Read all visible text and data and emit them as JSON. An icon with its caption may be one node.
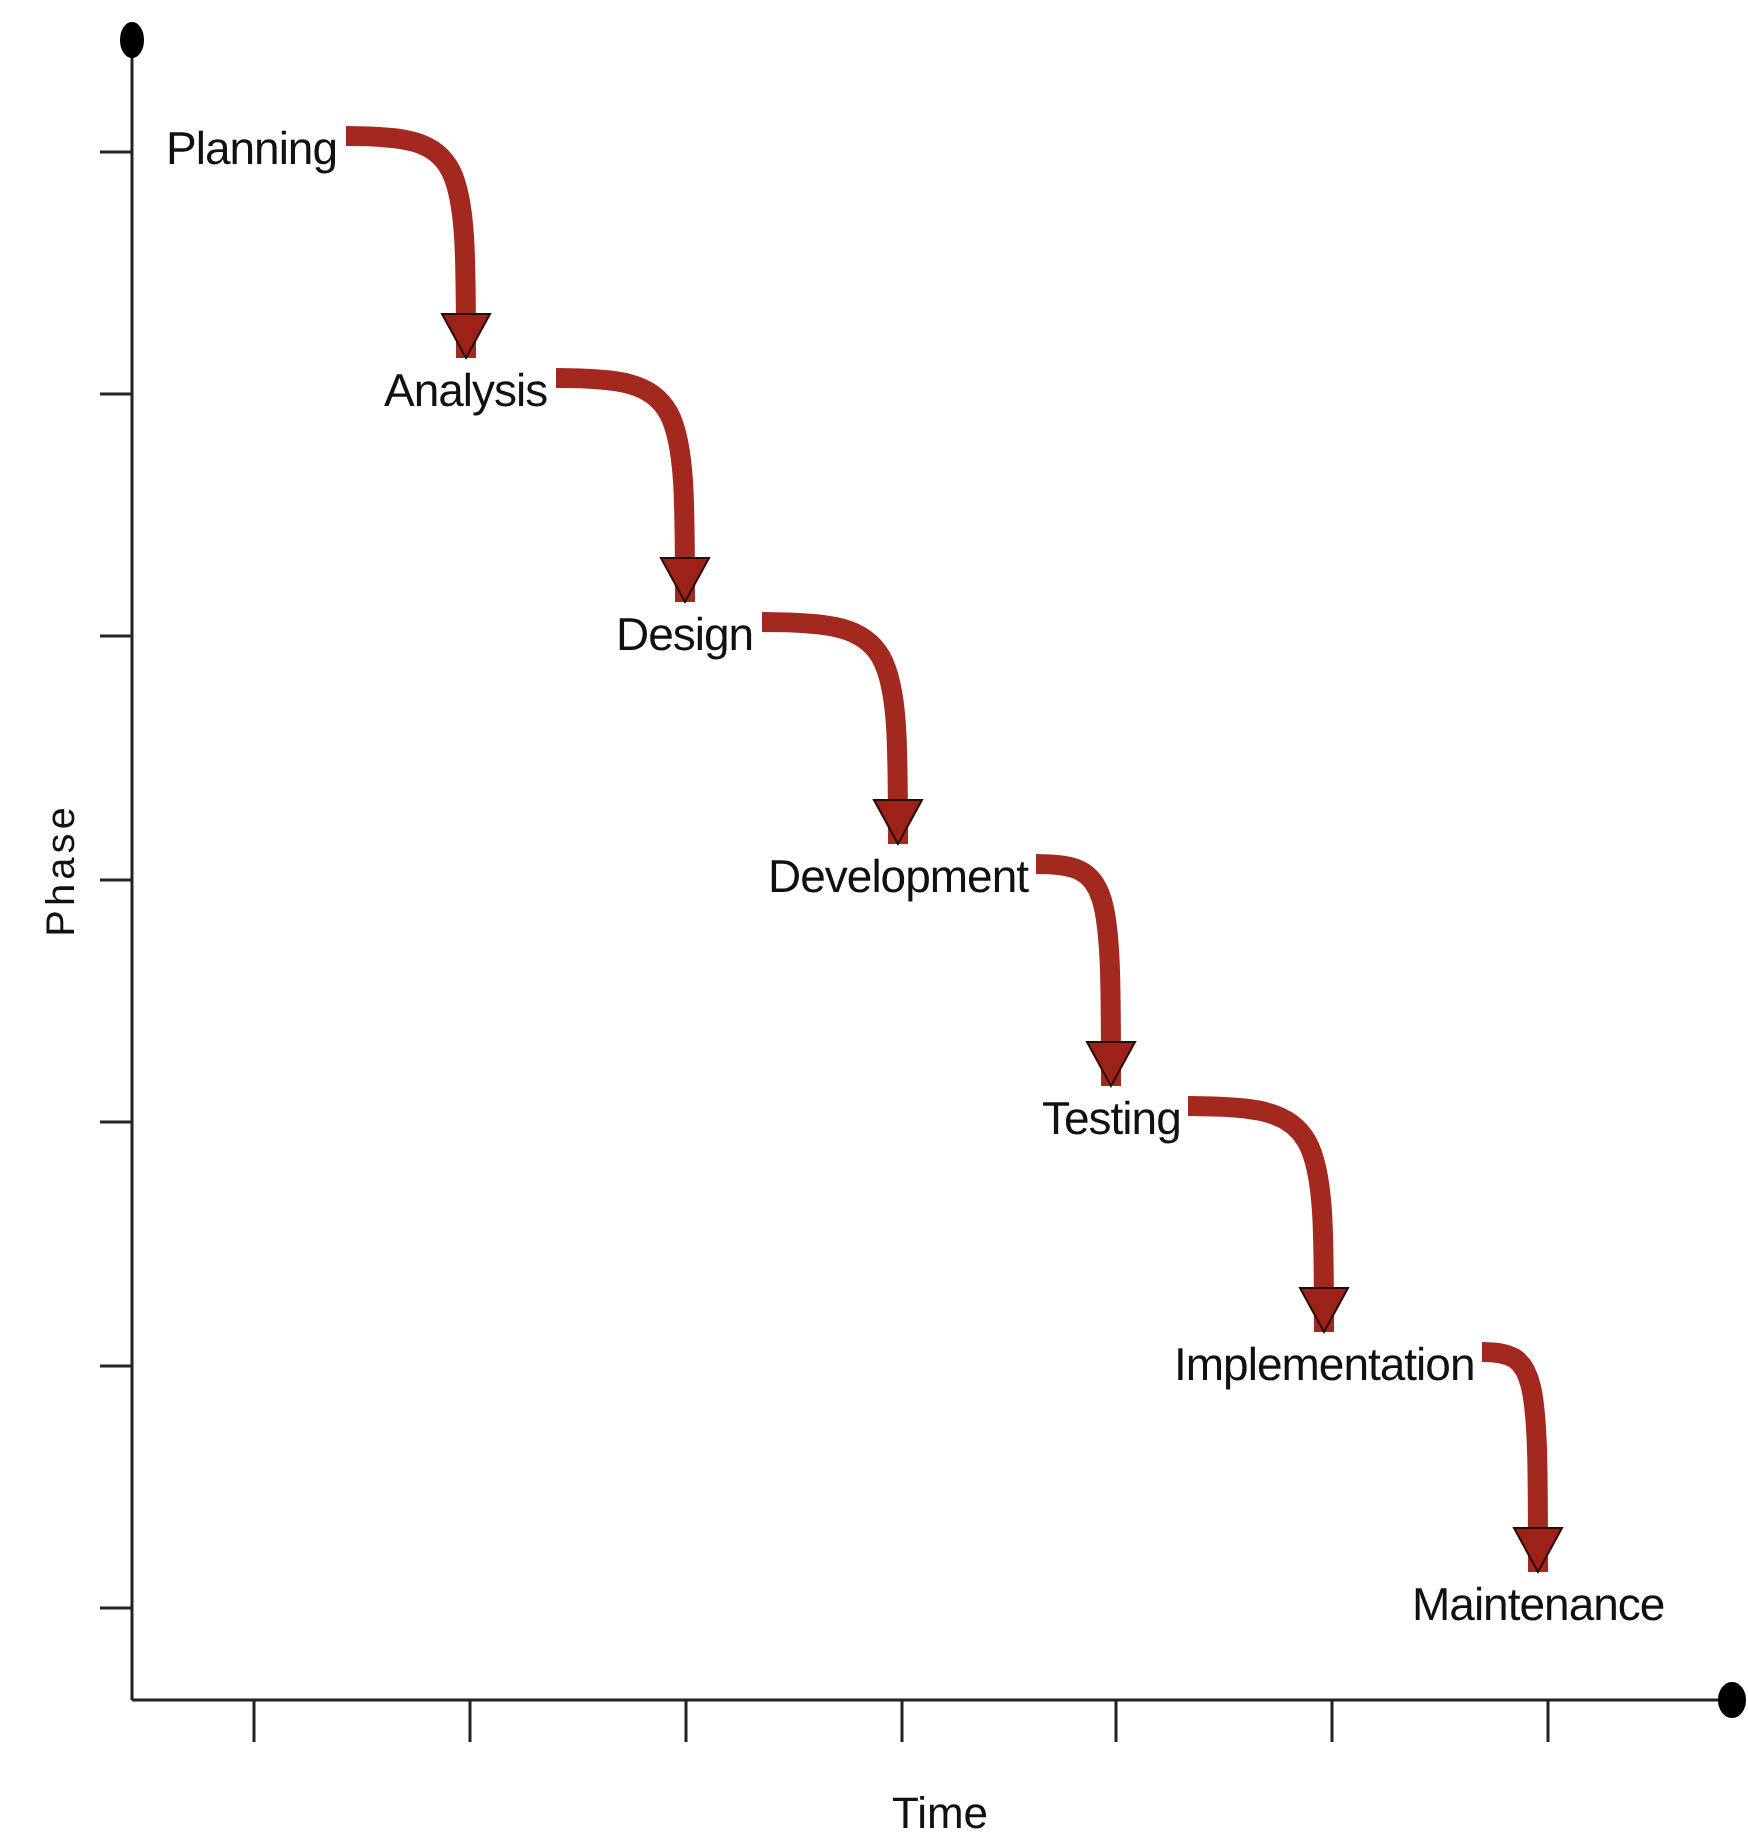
{
  "diagram": {
    "nodes": [
      {
        "text": [
          "Planning"
        ]
      },
      {
        "text": [
          "Analysis"
        ]
      },
      {
        "text": [
          "Design"
        ]
      },
      {
        "text": [
          "Development"
        ]
      },
      {
        "text": [
          "Testing"
        ]
      },
      {
        "text": [
          "Implementation"
        ]
      },
      {
        "text": [
          "Maintenance"
        ]
      }
    ],
    "edges": [
      {
        "from": 0,
        "to": 1,
        "arrow": "to"
      },
      {
        "from": 1,
        "to": 2,
        "arrow": "to"
      },
      {
        "from": 2,
        "to": 3,
        "arrow": "to"
      },
      {
        "from": 3,
        "to": 4,
        "arrow": "to"
      },
      {
        "from": 4,
        "to": 5,
        "arrow": "to"
      },
      {
        "from": 5,
        "to": 6,
        "arrow": "to"
      }
    ],
    "labels": [
      "Phase",
      "Time"
    ]
  }
}
